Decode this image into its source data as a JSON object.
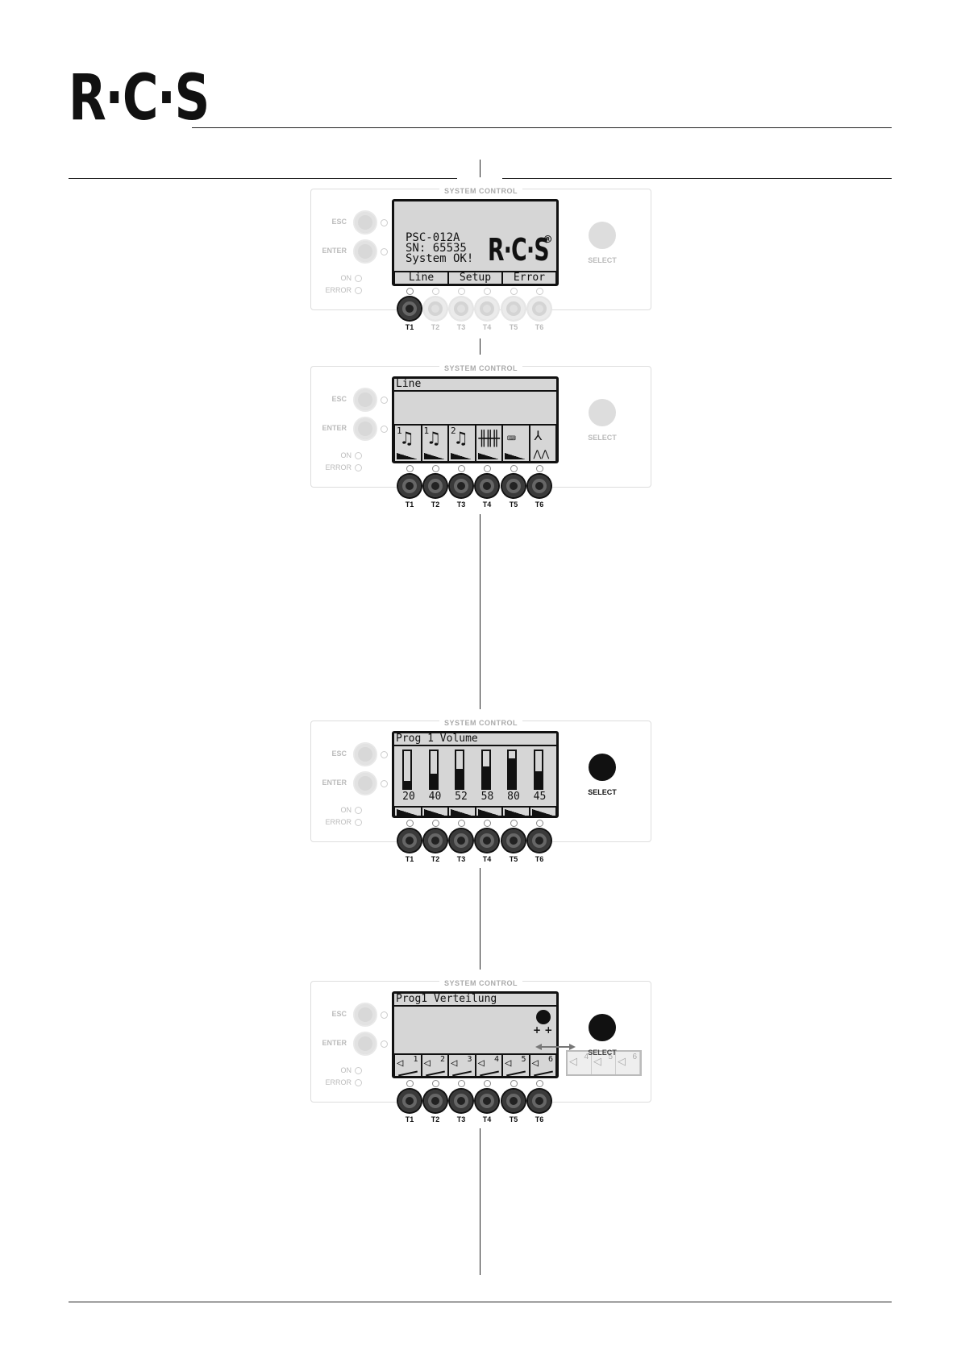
{
  "logo": {
    "text": "R·C·S"
  },
  "panel_label": "SYSTEM CONTROL",
  "side": {
    "esc": "ESC",
    "enter": "ENTER",
    "on": "ON",
    "error": "ERROR"
  },
  "select_label": "SELECT",
  "buttons": [
    "T1",
    "T2",
    "T3",
    "T4",
    "T5",
    "T6"
  ],
  "panel1": {
    "lines": [
      "PSC-012A",
      "SN: 65535",
      "System OK!"
    ],
    "lcd_logo": "R·C·S",
    "registered": "®",
    "softkeys": [
      "Line",
      "Setup",
      "Error"
    ]
  },
  "panel2": {
    "title": "Line",
    "icon_numbers": [
      "1",
      "1",
      "2",
      "",
      "",
      ""
    ],
    "icons": [
      "music-note-icon",
      "music-note-icon",
      "music-note-icon",
      "equalizer-icon",
      "computer-icon",
      "network-icon"
    ]
  },
  "panel3": {
    "title": "Prog 1 Volume",
    "volumes": [
      20,
      40,
      52,
      58,
      80,
      45
    ]
  },
  "panel4": {
    "title": "Prog1 Verteilung",
    "zones": [
      "1",
      "2",
      "3",
      "4",
      "5",
      "6"
    ],
    "overflow_zones": [
      "4",
      "5",
      "6"
    ],
    "plusminus": "+ +"
  },
  "colors": {
    "lcd_bg": "#d6d6d6",
    "faint": "#bbbbbb",
    "ink": "#111111"
  }
}
